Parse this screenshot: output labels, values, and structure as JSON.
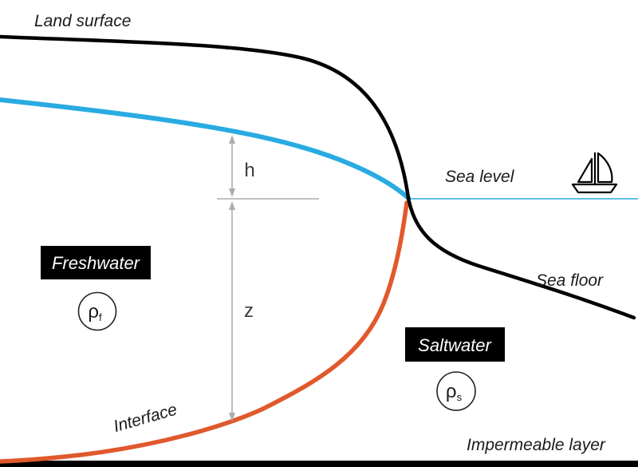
{
  "labels": {
    "land_surface": "Land surface",
    "sea_level": "Sea level",
    "sea_floor": "Sea floor",
    "interface": "Interface",
    "impermeable_layer": "Impermeable layer",
    "freshwater": "Freshwater",
    "saltwater": "Saltwater",
    "h": "h",
    "z": "z",
    "rho": "ρ",
    "rho_f_subscript": "f",
    "rho_s_subscript": "s"
  },
  "colors": {
    "water_table": "#29ABE2",
    "sea_level_line": "#29ABE2",
    "interface": "#E0592C",
    "coastline": "#000000",
    "measure_gray": "#ADADAD",
    "label_box_bg": "#000000",
    "label_box_fg": "#FFFFFF"
  },
  "icons": {
    "sailboat": "sailboat-icon"
  }
}
